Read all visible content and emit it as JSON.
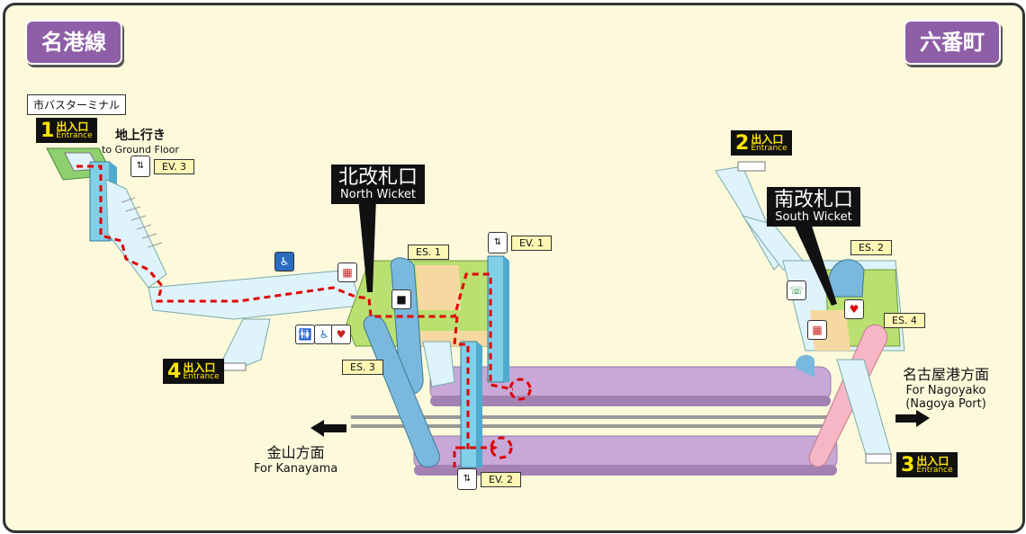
{
  "line_badge": "名港線",
  "station_badge": "六番町",
  "bus_terminal": "市バスターミナル",
  "ground_floor": {
    "jp": "地上行き",
    "en": "to Ground Floor"
  },
  "exits": [
    {
      "num": "1",
      "jp": "出入口",
      "en": "Entrance"
    },
    {
      "num": "2",
      "jp": "出入口",
      "en": "Entrance"
    },
    {
      "num": "3",
      "jp": "出入口",
      "en": "Entrance"
    },
    {
      "num": "4",
      "jp": "出入口",
      "en": "Entrance"
    }
  ],
  "elevators": [
    "EV. 1",
    "EV. 2",
    "EV. 3"
  ],
  "escalators": [
    "ES. 1",
    "ES. 2",
    "ES. 3",
    "ES. 4"
  ],
  "north_wicket": {
    "jp": "北改札口",
    "en": "North Wicket"
  },
  "south_wicket": {
    "jp": "南改札口",
    "en": "South Wicket"
  },
  "direction_kanayama": {
    "jp": "金山方面",
    "en": "For Kanayama"
  },
  "direction_nagoyako": {
    "jp": "名古屋港方面",
    "en1": "For Nagoyako",
    "en2": "(Nagoya Port)"
  },
  "colors": {
    "badge": "#8e5fa7",
    "frame_bg": "#fdfadc",
    "platform": "#c7a8d6",
    "concourse_green": "#b9e070",
    "concourse_tan": "#f6d9a0",
    "passage": "#dff3fb",
    "elevator_shaft": "#7fd0e8",
    "escalator_blue": "#7ab8dd",
    "escalator_pink": "#f6b6c6",
    "accessible_route": "#e00000"
  },
  "icons": [
    "wheelchair-icon",
    "ticket-machine-icon",
    "station-office-icon",
    "toilet-icon",
    "multipurpose-toilet-icon",
    "phone-icon",
    "aed-icon",
    "elevator-icon"
  ]
}
